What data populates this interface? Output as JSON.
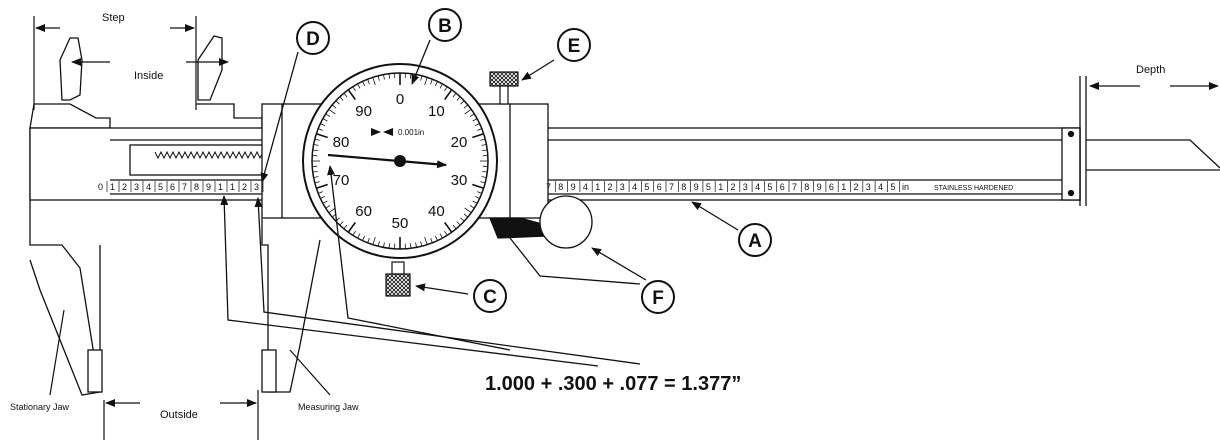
{
  "labels": {
    "step": "Step",
    "inside": "Inside",
    "depth": "Depth",
    "outside": "Outside",
    "stationary_jaw": "Stationary Jaw",
    "measuring_jaw": "Measuring Jaw",
    "resolution": "0.001in",
    "in_unit": "in",
    "stainless": "STAINLESS HARDENED"
  },
  "callouts": {
    "a": "A",
    "b": "B",
    "c": "C",
    "d": "D",
    "e": "E",
    "f": "F"
  },
  "dial": {
    "numbers": [
      "0",
      "10",
      "20",
      "30",
      "40",
      "50",
      "60",
      "70",
      "80",
      "90"
    ]
  },
  "scale_left": [
    "0",
    "1",
    "2",
    "3",
    "4",
    "5",
    "6",
    "7",
    "8",
    "9",
    "1",
    "1",
    "2",
    "3"
  ],
  "scale_right": [
    "7",
    "8",
    "9",
    "4",
    "1",
    "2",
    "3",
    "4",
    "5",
    "6",
    "7",
    "8",
    "9",
    "5",
    "1",
    "2",
    "3",
    "4",
    "5",
    "6",
    "7",
    "8",
    "9",
    "6",
    "1",
    "2",
    "3",
    "4",
    "5"
  ],
  "equation": "1.000 + .300 + .077 = 1.377”"
}
